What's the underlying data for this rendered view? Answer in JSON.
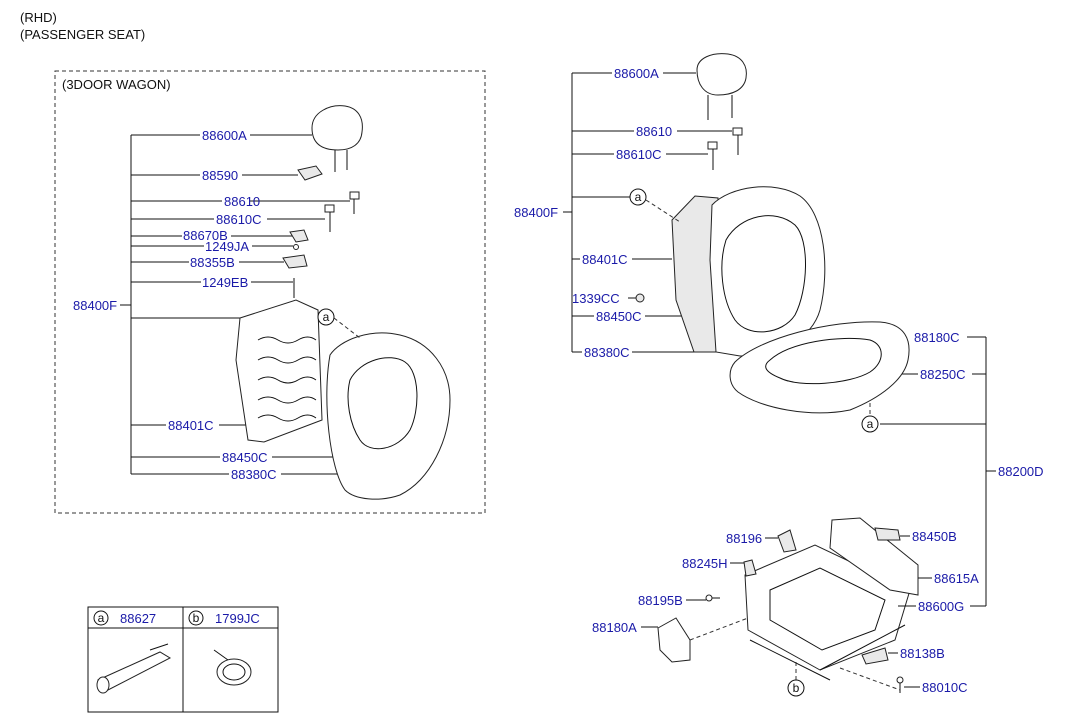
{
  "header": {
    "line1": "(RHD)",
    "line2": "(PASSENGER SEAT)"
  },
  "variant_box": {
    "title": "(3DOOR WAGON)"
  },
  "markers": {
    "a": "a",
    "b": "b"
  },
  "left_labels": {
    "p88600A": "88600A",
    "p88590": "88590",
    "p88610": "88610",
    "p88610C": "88610C",
    "p88670B": "88670B",
    "p1249JA": "1249JA",
    "p88355B": "88355B",
    "p1249EB": "1249EB",
    "p88400F": "88400F",
    "p88401C": "88401C",
    "p88450C": "88450C",
    "p88380C": "88380C"
  },
  "right_labels": {
    "p88600A": "88600A",
    "p88610": "88610",
    "p88610C": "88610C",
    "p88400F": "88400F",
    "p88401C": "88401C",
    "p1339CC": "1339CC",
    "p88450C": "88450C",
    "p88380C": "88380C",
    "p88180C": "88180C",
    "p88250C": "88250C",
    "p88200D": "88200D",
    "p88196": "88196",
    "p88450B": "88450B",
    "p88245H": "88245H",
    "p88615A": "88615A",
    "p88195B": "88195B",
    "p88600G": "88600G",
    "p88180A": "88180A",
    "p88138B": "88138B",
    "p88010C": "88010C"
  },
  "legend": {
    "a_code": "88627",
    "b_code": "1799JC"
  }
}
